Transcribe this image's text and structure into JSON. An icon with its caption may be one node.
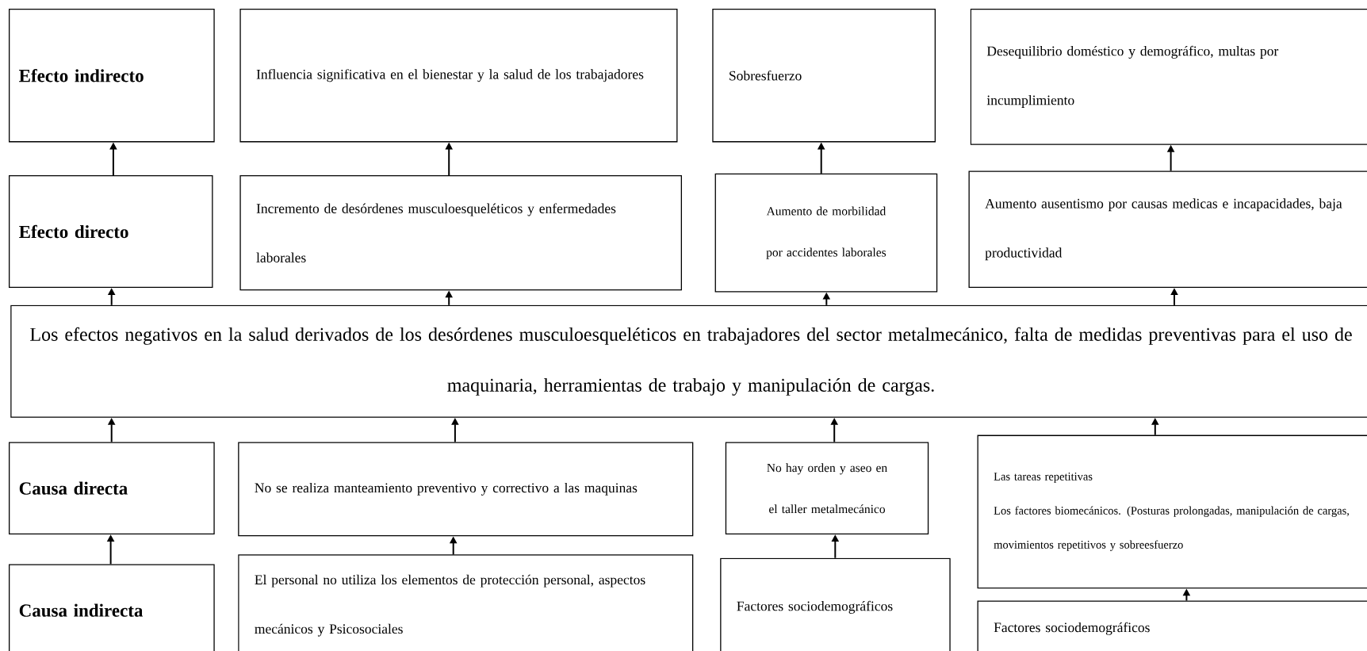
{
  "diagram": {
    "nodes": [
      {
        "text": [
          "Efecto indirecto"
        ]
      },
      {
        "text": [
          "Influencia significativa en el bienestar y la salud de los trabajadores"
        ]
      },
      {
        "text": [
          "Sobresfuerzo"
        ]
      },
      {
        "text": [
          "Desequilibrio doméstico y demográfico, multas por incumplimiento"
        ]
      },
      {
        "text": [
          "Efecto directo"
        ]
      },
      {
        "text": [
          "Incremento de desórdenes musculoesqueléticos y enfermedades laborales"
        ]
      },
      {
        "text": [
          "Aumento de morbilidad por accidentes laborales"
        ]
      },
      {
        "text": [
          "Aumento ausentismo por causas medicas e incapacidades, baja productividad"
        ]
      },
      {
        "text": [
          "Los efectos negativos en la salud derivados de los desórdenes musculoesqueléticos en trabajadores del sector metalmecánico, falta de medidas preventivas para el uso de maquinaria, herramientas de trabajo y manipulación de cargas."
        ]
      },
      {
        "text": [
          "Causa directa"
        ]
      },
      {
        "text": [
          "No se realiza manteamiento preventivo y correctivo a las maquinas"
        ]
      },
      {
        "text": [
          "No hay orden y aseo en el taller metalmecánico"
        ]
      },
      {
        "text": [
          "Las tareas repetitivas",
          "Los factores biomecánicos. (Posturas prolongadas, manipulación de cargas, movimientos repetitivos y sobreesfuerzo"
        ]
      },
      {
        "text": [
          "Causa indirecta"
        ]
      },
      {
        "text": [
          "El personal no utiliza los elementos de protección personal, aspectos mecánicos y Psicosociales"
        ]
      },
      {
        "text": [
          "Factores sociodemográficos"
        ]
      },
      {
        "text": [
          "Factores sociodemográficos"
        ]
      }
    ],
    "edges": [
      {
        "from": 4,
        "to": 0,
        "arrow": "to"
      },
      {
        "from": 5,
        "to": 1,
        "arrow": "to"
      },
      {
        "from": 6,
        "to": 2,
        "arrow": "to"
      },
      {
        "from": 7,
        "to": 3,
        "arrow": "to"
      },
      {
        "from": 8,
        "to": 4,
        "arrow": "to"
      },
      {
        "from": 8,
        "to": 5,
        "arrow": "to"
      },
      {
        "from": 8,
        "to": 6,
        "arrow": "to"
      },
      {
        "from": 8,
        "to": 7,
        "arrow": "to"
      },
      {
        "from": 9,
        "to": 8,
        "arrow": "to"
      },
      {
        "from": 10,
        "to": 8,
        "arrow": "to"
      },
      {
        "from": 11,
        "to": 8,
        "arrow": "to"
      },
      {
        "from": 12,
        "to": 8,
        "arrow": "to"
      },
      {
        "from": 13,
        "to": 9,
        "arrow": "to"
      },
      {
        "from": 14,
        "to": 10,
        "arrow": "to"
      },
      {
        "from": 15,
        "to": 11,
        "arrow": "to"
      },
      {
        "from": 16,
        "to": 12,
        "arrow": "to"
      }
    ]
  }
}
